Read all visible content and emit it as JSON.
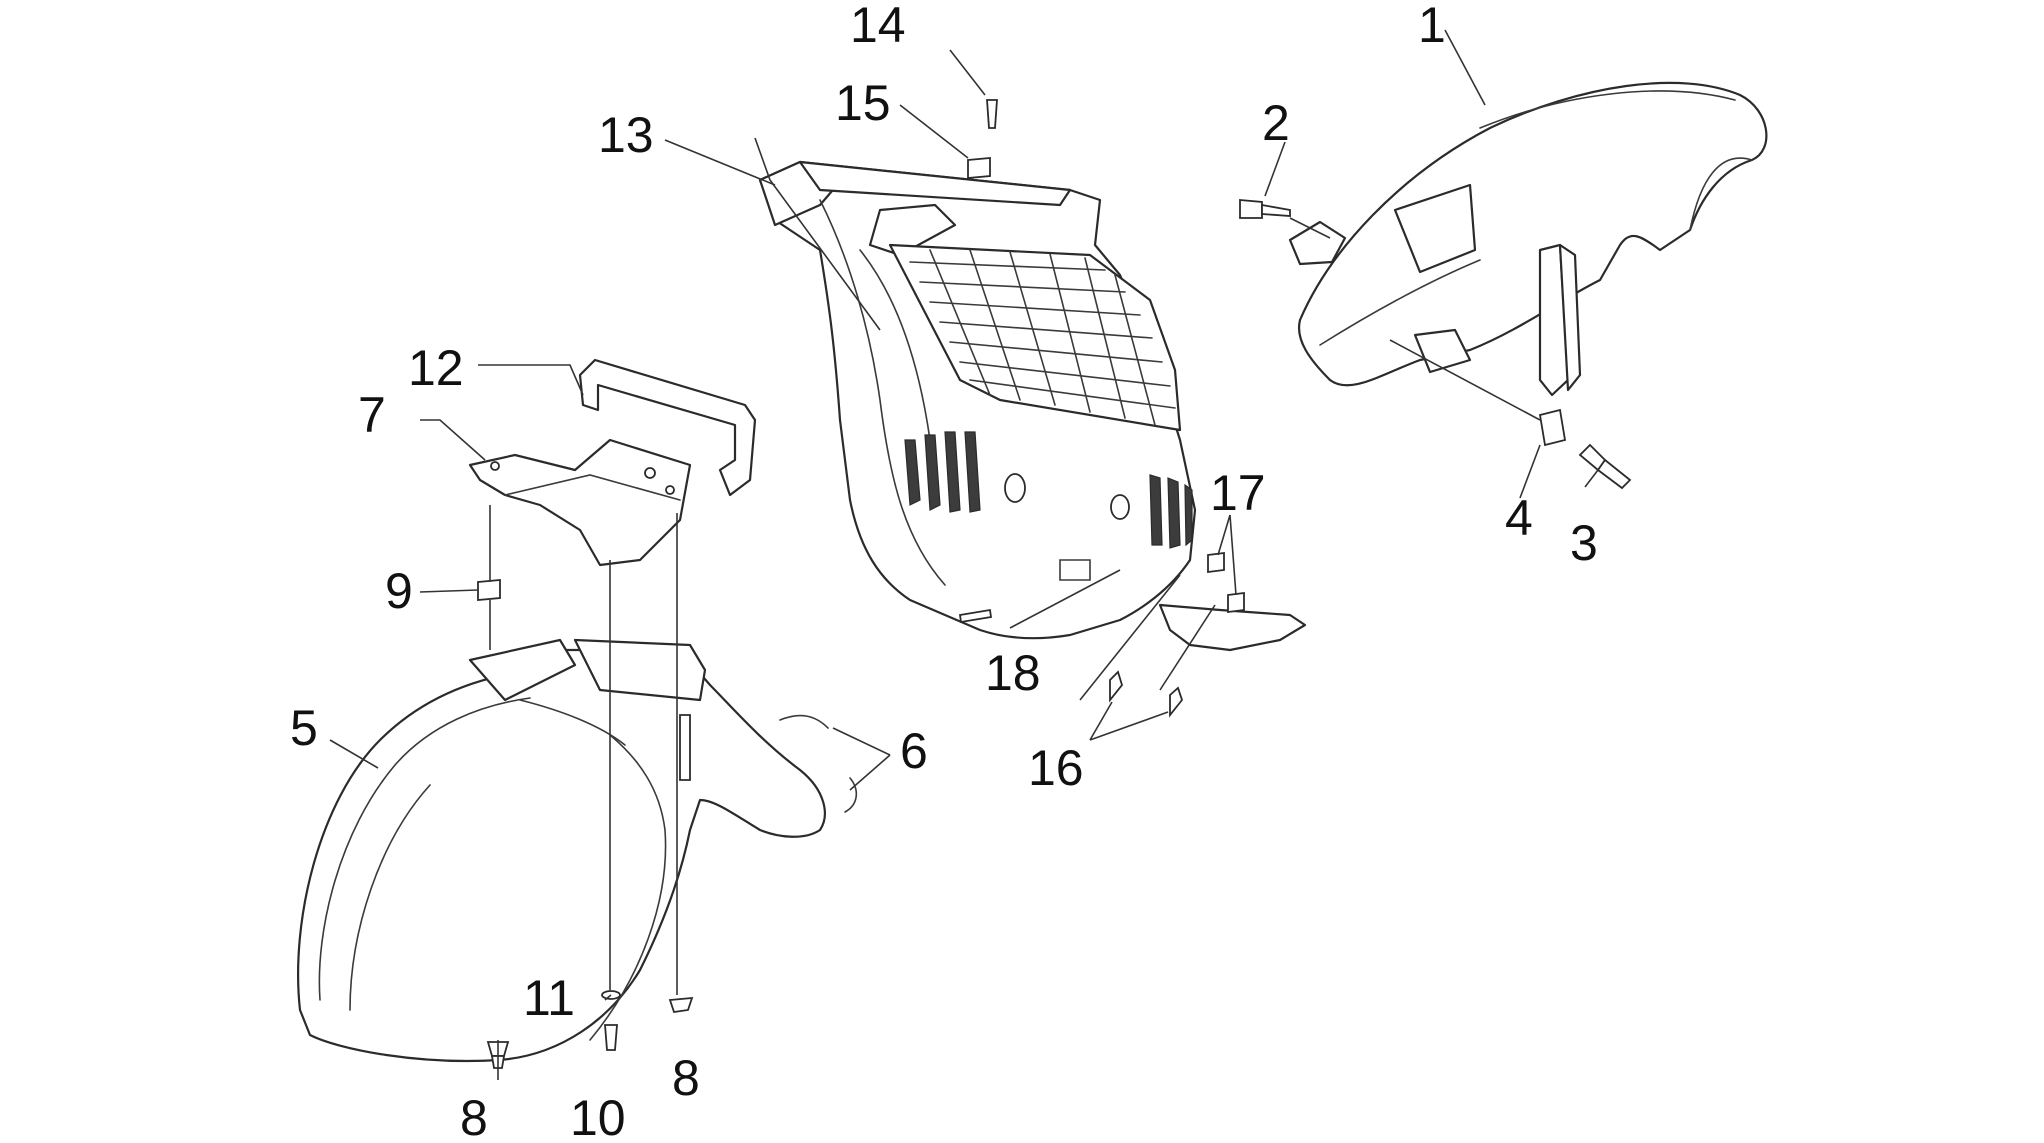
{
  "diagram": {
    "background": "#ffffff",
    "line_color": "#2b2b2b",
    "callouts": [
      {
        "id": "c1",
        "label": "1"
      },
      {
        "id": "c2",
        "label": "2"
      },
      {
        "id": "c3",
        "label": "3"
      },
      {
        "id": "c4",
        "label": "4"
      },
      {
        "id": "c5",
        "label": "5"
      },
      {
        "id": "c6",
        "label": "6"
      },
      {
        "id": "c7",
        "label": "7"
      },
      {
        "id": "c8a",
        "label": "8"
      },
      {
        "id": "c8b",
        "label": "8"
      },
      {
        "id": "c9",
        "label": "9"
      },
      {
        "id": "c10",
        "label": "10"
      },
      {
        "id": "c11",
        "label": "11"
      },
      {
        "id": "c12",
        "label": "12"
      },
      {
        "id": "c13",
        "label": "13"
      },
      {
        "id": "c14",
        "label": "14"
      },
      {
        "id": "c15",
        "label": "15"
      },
      {
        "id": "c16",
        "label": "16"
      },
      {
        "id": "c17",
        "label": "17"
      },
      {
        "id": "c18",
        "label": "18"
      }
    ]
  }
}
